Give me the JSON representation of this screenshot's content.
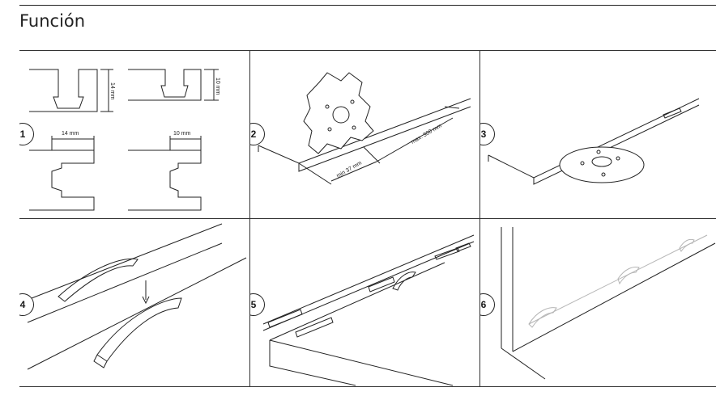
{
  "title": "Función",
  "steps": [
    {
      "number": "1",
      "labels": {
        "depth_large": "14 mm",
        "depth_small": "10 mm",
        "width_large": "14 mm",
        "width_small": "10 mm"
      }
    },
    {
      "number": "2",
      "labels": {
        "min_dim": "min 37 mm",
        "max_dim": "max. 300 mm"
      }
    },
    {
      "number": "3"
    },
    {
      "number": "4"
    },
    {
      "number": "5"
    },
    {
      "number": "6"
    }
  ]
}
